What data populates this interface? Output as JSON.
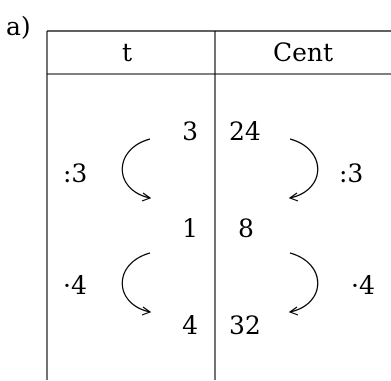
{
  "part_label": "a)",
  "headers": {
    "left": "t",
    "right": "Cent"
  },
  "rows": [
    {
      "left": "3",
      "right": "24"
    },
    {
      "left": "1",
      "right": "8"
    },
    {
      "left": "4",
      "right": "32"
    }
  ],
  "operations": [
    {
      "left": ":3",
      "right": ":3"
    },
    {
      "left": "·4",
      "right": "·4"
    }
  ],
  "colors": {
    "ink": "#000000",
    "background": "#ffffff"
  }
}
